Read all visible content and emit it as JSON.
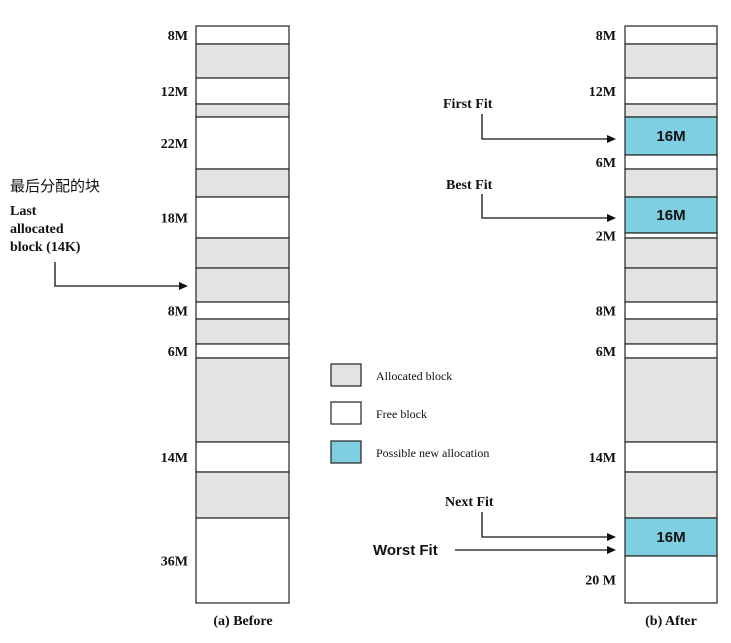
{
  "before": {
    "caption": "(a) Before",
    "blocks": [
      {
        "type": "free",
        "label": "8M"
      },
      {
        "type": "alloc"
      },
      {
        "type": "free",
        "label": "12M"
      },
      {
        "type": "alloc"
      },
      {
        "type": "free",
        "label": "22M"
      },
      {
        "type": "alloc"
      },
      {
        "type": "free",
        "label": "18M"
      },
      {
        "type": "alloc"
      },
      {
        "type": "alloc"
      },
      {
        "type": "free",
        "label": "8M"
      },
      {
        "type": "alloc"
      },
      {
        "type": "free",
        "label": "6M"
      },
      {
        "type": "alloc"
      },
      {
        "type": "free",
        "label": "14M"
      },
      {
        "type": "alloc"
      },
      {
        "type": "free",
        "label": "36M"
      }
    ],
    "pointer": {
      "chinese": "最后分配的块",
      "lines": [
        "Last",
        "allocated",
        "block (14K)"
      ]
    }
  },
  "after": {
    "caption": "(b) After",
    "blocks": [
      {
        "type": "free",
        "label": "8M"
      },
      {
        "type": "alloc"
      },
      {
        "type": "free",
        "label": "12M"
      },
      {
        "type": "alloc"
      },
      {
        "type": "new",
        "text": "16M"
      },
      {
        "type": "free",
        "label": "6M"
      },
      {
        "type": "alloc"
      },
      {
        "type": "new",
        "text": "16M"
      },
      {
        "type": "free",
        "label": "2M"
      },
      {
        "type": "alloc"
      },
      {
        "type": "alloc"
      },
      {
        "type": "free",
        "label": "8M"
      },
      {
        "type": "alloc"
      },
      {
        "type": "free",
        "label": "6M"
      },
      {
        "type": "alloc"
      },
      {
        "type": "free",
        "label": "14M"
      },
      {
        "type": "alloc"
      },
      {
        "type": "new",
        "text": "16M"
      },
      {
        "type": "free",
        "label": "20 M"
      }
    ],
    "annotations": {
      "first_fit": "First Fit",
      "best_fit": "Best Fit",
      "next_fit": "Next Fit",
      "worst_fit": "Worst Fit"
    }
  },
  "legend": {
    "allocated": "Allocated block",
    "free": "Free block",
    "new": "Possible new allocation"
  },
  "colors": {
    "allocated": "#e3e3e3",
    "free": "#ffffff",
    "new": "#7fcfe3",
    "stroke": "#222222"
  }
}
